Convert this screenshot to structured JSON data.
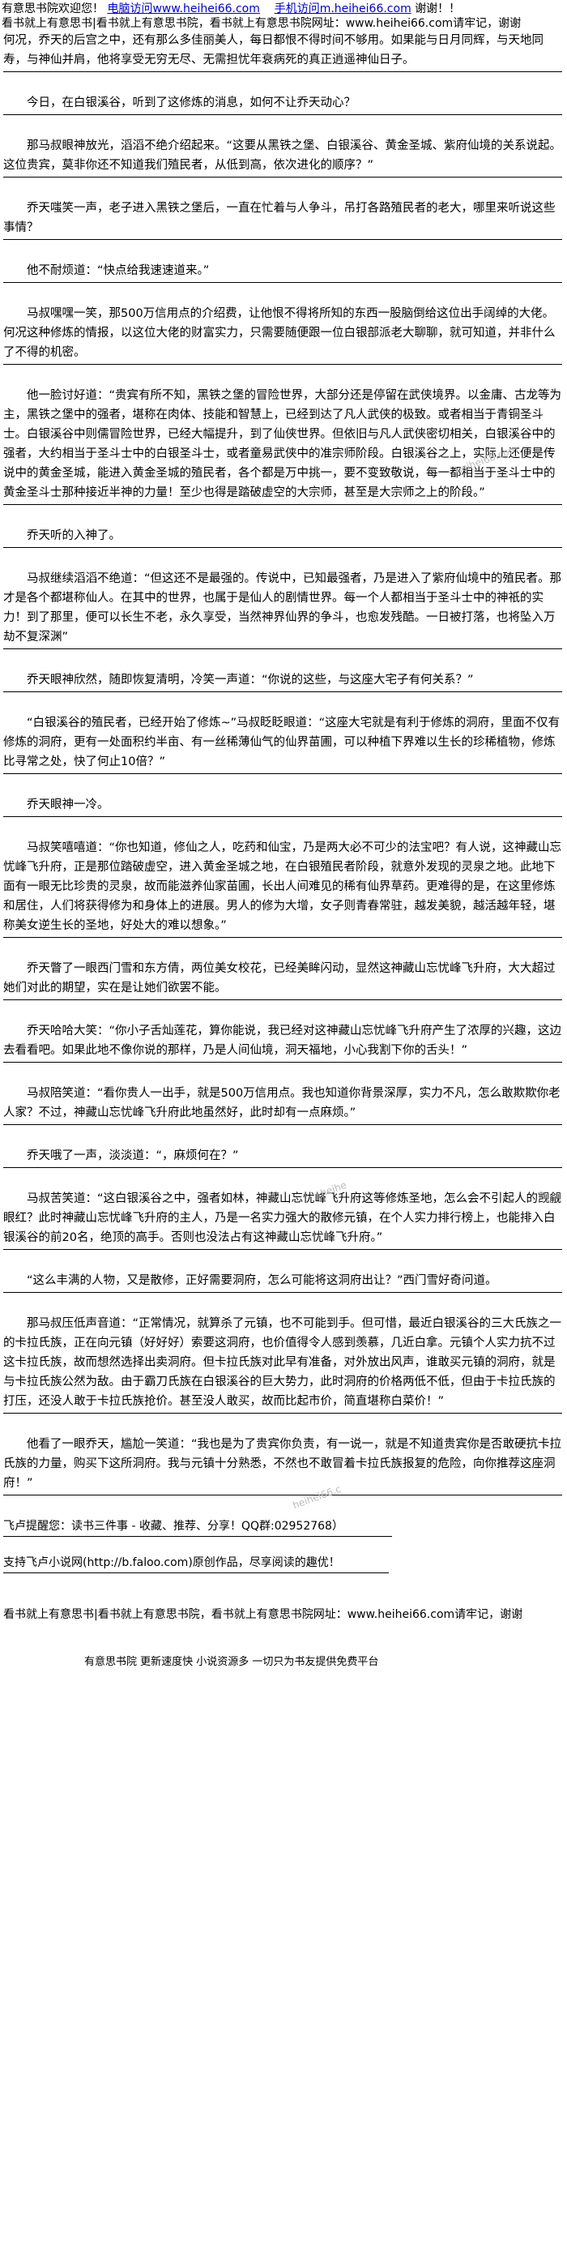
{
  "header": {
    "line1_prefix": "有意思书院欢迎您！",
    "line1_link1": "电脑访问www.heihei66.com",
    "line1_link2": "手机访问m.heihei66.com",
    "line1_suffix": "谢谢！！",
    "line2": "看书就上有意思书|看书就上有意思书院，看书就上有意思书院网址：www.heihei66.com请牢记，谢谢"
  },
  "paragraphs": [
    "何况，乔天的后宫之中，还有那么多佳丽美人，每日都恨不得时间不够用。如果能与日月同辉，与天地同寿，与神仙并肩，他将享受无穷无尽、无需担忧年衰病死的真正逍遥神仙日子。",
    "今日，在白银溪谷，听到了这修炼的消息，如何不让乔天动心？",
    "那马叔眼神放光，滔滔不绝介绍起来。“这要从黑铁之堡、白银溪谷、黄金圣城、紫府仙境的关系说起。这位贵宾，莫非你还不知道我们殖民者，从低到高，依次进化的顺序？”",
    "乔天嗤笑一声，老子进入黑铁之堡后，一直在忙着与人争斗，吊打各路殖民者的老大，哪里来听说这些事情？",
    "他不耐烦道：“快点给我速速道来。”",
    "马叔嘿嘿一笑，那500万信用点的介绍费，让他恨不得将所知的东西一股脑倒给这位出手阔绰的大佬。何况这种修炼的情报，以这位大佬的财富实力，只需要随便跟一位白银部派老大聊聊，就可知道，并非什么了不得的机密。",
    "他一脸讨好道：“贵宾有所不知，黑铁之堡的冒险世界，大部分还是停留在武侠境界。以金庸、古龙等为主，黑铁之堡中的强者，堪称在肉体、技能和智慧上，已经到达了凡人武侠的极致。或者相当于青铜圣斗士。白银溪谷中则儒冒险世界，已经大幅提升，到了仙侠世界。但依旧与凡人武侠密切相关，白银溪谷中的强者，大约相当于圣斗士中的白银圣斗士，或者童易武侠中的准宗师阶段。白银溪谷之上，实际上还便是传说中的黄金圣城，能进入黄金圣城的殖民者，各个都是万中挑一，要不变致敬说，每一都相当于圣斗士中的黄金圣斗士那种接近半神的力量！至少也得是踏破虚空的大宗师，甚至是大宗师之上的阶段。”",
    "乔天听的入神了。",
    "马叔继续滔滔不绝道：“但这还不是最强的。传说中，已知最强者，乃是进入了紫府仙境中的殖民者。那才是各个都堪称仙人。在其中的世界，也属于是仙人的剧情世界。每一个人都相当于圣斗士中的神祇的实力！到了那里，便可以长生不老，永久享受，当然神界仙界的争斗，也愈发残酷。一日被打落，也将坠入万劫不复深渊”",
    "乔天眼神欣然，随即恢复清明，冷笑一声道：“你说的这些，与这座大宅子有何关系？”",
    "“白银溪谷的殖民者，已经开始了修炼~”马叔眨眨眼道：“这座大宅就是有利于修炼的洞府，里面不仅有修炼的洞府，更有一处面积约半亩、有一丝稀薄仙气的仙界苗圃，可以种植下界难以生长的珍稀植物，修炼比寻常之处，快了何止10倍？”",
    "乔天眼神一冷。",
    "马叔笑嘻嘻道：“你也知道，修仙之人，吃药和仙宝，乃是两大必不可少的法宝吧？有人说，这神藏山忘忧峰飞升府，正是那位踏破虚空，进入黄金圣城之地，在白银殖民者阶段，就意外发现的灵泉之地。此地下面有一眼无比珍贵的灵泉，故而能滋养仙家苗圃，长出人间难见的稀有仙界草药。更难得的是，在这里修炼和居住，人们将获得修为和身体上的进展。男人的修为大增，女子则青春常驻，越发美貌，越活越年轻，堪称美女逆生长的圣地，好处大的难以想象。”",
    "乔天瞥了一眼西门雪和东方倩，两位美女校花，已经美眸闪动，显然这神藏山忘忧峰飞升府，大大超过她们对此的期望，实在是让她们欲罢不能。",
    "乔天哈哈大笑：“你小子舌灿莲花，算你能说，我已经对这神藏山忘忧峰飞升府产生了浓厚的兴趣，这边去看看吧。如果此地不像你说的那样，乃是人间仙境，洞天福地，小心我割下你的舌头！”",
    "马叔陪笑道：“看你贵人一出手，就是500万信用点。我也知道你背景深厚，实力不凡，怎么敢欺欺你老人家？不过，神藏山忘忧峰飞升府此地虽然好，此时却有一点麻烦。”",
    "乔天哦了一声，淡淡道：“，麻烦何在？”",
    "马叔苦笑道：“这白银溪谷之中，强者如林，神藏山忘忧峰飞升府这等修炼圣地，怎么会不引起人的觊觎眼红？此时神藏山忘忧峰飞升府的主人，乃是一名实力强大的散修元镇，在个人实力排行榜上，也能排入白银溪谷的前20名，绝顶的高手。否则也没法占有这神藏山忘忧峰飞升府。”",
    "“这么丰满的人物，又是散修，正好需要洞府，怎么可能将这洞府出让？”西门雪好奇问道。",
    "那马叔压低声音道：“正常情况，就算杀了元镇，也不可能到手。但可惜，最近白银溪谷的三大氏族之一的卡拉氏族，正在向元镇（好好好）索要这洞府，也价值得令人感到羡慕，几近白拿。元镇个人实力抗不过这卡拉氏族，故而想然选择出卖洞府。但卡拉氏族对此早有准备，对外放出风声，谁敢买元镇的洞府，就是与卡拉氏族公然为敌。由于霸刀氏族在白银溪谷的巨大势力，此时洞府的价格两低不低，但由于卡拉氏族的打压，还没人敢于卡拉氏族抢价。甚至没人敢买，故而比起市价，简直堪称白菜价！”",
    "他看了一眼乔天，尴尬一笑道：“我也是为了贵宾你负责，有一说一，就是不知道贵宾你是否敢硬抗卡拉氏族的力量，购买下这所洞府。我与元镇十分熟悉，不然也不敢冒着卡拉氏族报复的危险，向你推荐这座洞府！”"
  ],
  "promo": {
    "line1": "飞卢提醒您：读书三件事 - 收藏、推荐、分享！QQ群:02952768）",
    "line2": "支持飞卢小说网(http://b.faloo.com)原创作品，尽享阅读的趣优！"
  },
  "footer": {
    "line": "看书就上有意思书|看书就上有意思书院，看书就上有意思书院网址：www.heihei66.com请牢记，谢谢",
    "tagline": "有意思书院 更新速度快 小说资源多 一切只为书友提供免费平台"
  },
  "watermarks": [
    "heihei66.com",
    "heihe",
    "heihei66.c"
  ]
}
